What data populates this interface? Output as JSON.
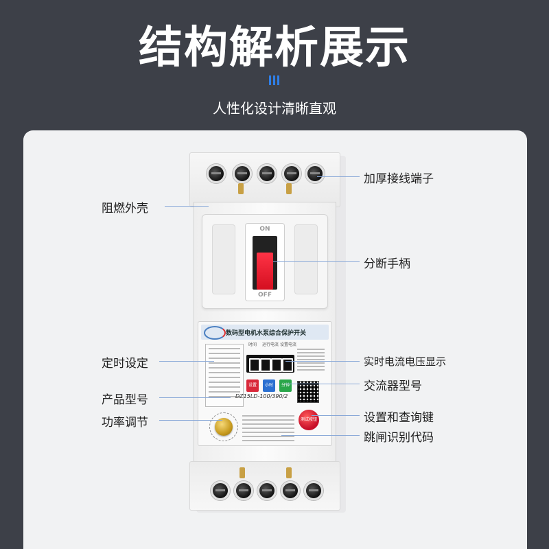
{
  "header": {
    "title": "结构解析展示",
    "subtitle": "人性化设计清晰直观"
  },
  "callouts": {
    "left": [
      "阻燃外壳",
      "定时设定",
      "产品型号",
      "功率调节"
    ],
    "right": [
      "加厚接线端子",
      "分断手柄",
      "实时电流电压显示",
      "交流器型号",
      "设置和查询键",
      "跳闸识别代码"
    ]
  },
  "device": {
    "switch_on": "ON",
    "switch_off": "OFF",
    "panel_title": "数码型电机水泵综合保护开关",
    "column_labels": [
      "时间",
      "运行电流",
      "设置电流"
    ],
    "buttons": [
      "设置",
      "小时",
      "分钟"
    ],
    "model": "DZ15LD-100/390/2",
    "test_button": "测试按钮",
    "colors": {
      "lever": "#e8192c",
      "accent": "#2f7fe8",
      "btn_set": "#d9283a",
      "btn_hour": "#2a6fd1",
      "btn_min": "#2aa64a",
      "knob": "#d4a72c"
    }
  }
}
